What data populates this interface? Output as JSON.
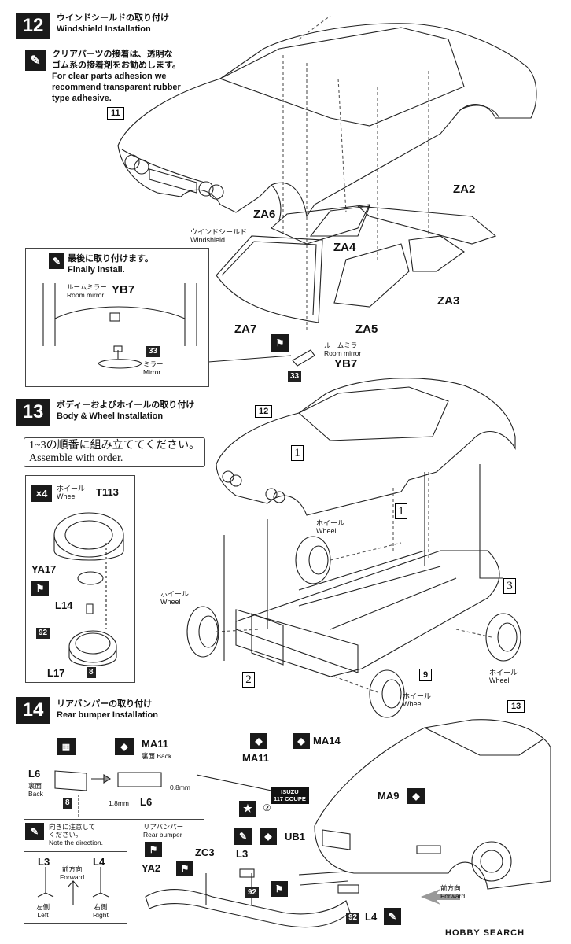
{
  "step12": {
    "number": "12",
    "title_jp": "ウインドシールドの取り付け",
    "title_en": "Windshield Installation",
    "note_jp_1": "クリアパーツの接着は、透明な",
    "note_jp_2": "ゴム系の接着剤をお勧めします。",
    "note_en_1": "For clear parts adhesion we",
    "note_en_2": "recommend transparent rubber",
    "note_en_3": "type adhesive.",
    "body_ref": "11",
    "parts": {
      "za2": "ZA2",
      "za3": "ZA3",
      "za4": "ZA4",
      "za5": "ZA5",
      "za6": "ZA6",
      "za7": "ZA7",
      "windshield_jp": "ウインドシールド",
      "windshield_en": "Windshield"
    },
    "inset": {
      "finally_jp": "最後に取り付けます。",
      "finally_en": "Finally install.",
      "room_mirror_jp": "ルームミラー",
      "room_mirror_en": "Room mirror",
      "yb7": "YB7",
      "part33": "33",
      "mirror_jp": "ミラー",
      "mirror_en": "Mirror"
    },
    "mirror_callout": {
      "room_mirror_jp": "ルームミラー",
      "room_mirror_en": "Room mirror",
      "yb7": "YB7",
      "part33": "33"
    }
  },
  "step13": {
    "number": "13",
    "title_jp": "ボディーおよびホイールの取り付け",
    "title_en": "Body & Wheel Installation",
    "order_jp": "1~3の順番に組み立ててください。",
    "order_en": "Assemble with order.",
    "body_ref": "12",
    "chassis_ref": "9",
    "seq1a": "1",
    "seq1b": "1",
    "seq2": "2",
    "seq3": "3",
    "wheel_box": {
      "qty": "×4",
      "wheel_jp": "ホイール",
      "wheel_en": "Wheel",
      "t113": "T113",
      "ya17": "YA17",
      "l14": "L14",
      "l17": "L17",
      "part92": "92",
      "part8": "8"
    },
    "wheel_labels": [
      {
        "jp": "ホイール",
        "en": "Wheel"
      },
      {
        "jp": "ホイール",
        "en": "Wheel"
      },
      {
        "jp": "ホイール",
        "en": "Wheel"
      },
      {
        "jp": "ホイール",
        "en": "Wheel"
      }
    ]
  },
  "step14": {
    "number": "14",
    "title_jp": "リアバンパーの取り付け",
    "title_en": "Rear bumper Installation",
    "body_ref": "13",
    "plate_box": {
      "ma11": "MA11",
      "back_jp": "裏面",
      "back_en": "Back",
      "l6": "L6",
      "l6_back_jp": "裏面",
      "l6_back_en": "Back",
      "part8": "8",
      "dim1": "0.8mm",
      "dim2": "1.8mm",
      "l6b": "L6"
    },
    "ma11": "MA11",
    "ma14": "MA14",
    "ma9": "MA9",
    "plate_text_1": "ISUZU",
    "plate_text_2": "117 COUPE",
    "circ2": "②",
    "direction_box": {
      "note_jp_1": "向きに注意して",
      "note_jp_2": "ください。",
      "note_en": "Note the direction.",
      "l3": "L3",
      "l4": "L4",
      "forward_jp": "前方向",
      "forward_en": "Forward",
      "left_jp": "左側",
      "left_en": "Left",
      "right_jp": "右側",
      "right_en": "Right"
    },
    "rear_bumper_jp": "リアバンパー",
    "rear_bumper_en": "Rear bumper",
    "zc3": "ZC3",
    "ya2": "YA2",
    "l3": "L3",
    "l4": "L4",
    "ub1": "UB1",
    "part92a": "92",
    "part92b": "92",
    "forward_jp": "前方向",
    "forward_en": "Forward"
  },
  "footer": {
    "logo": "HOBBY SEARCH"
  }
}
